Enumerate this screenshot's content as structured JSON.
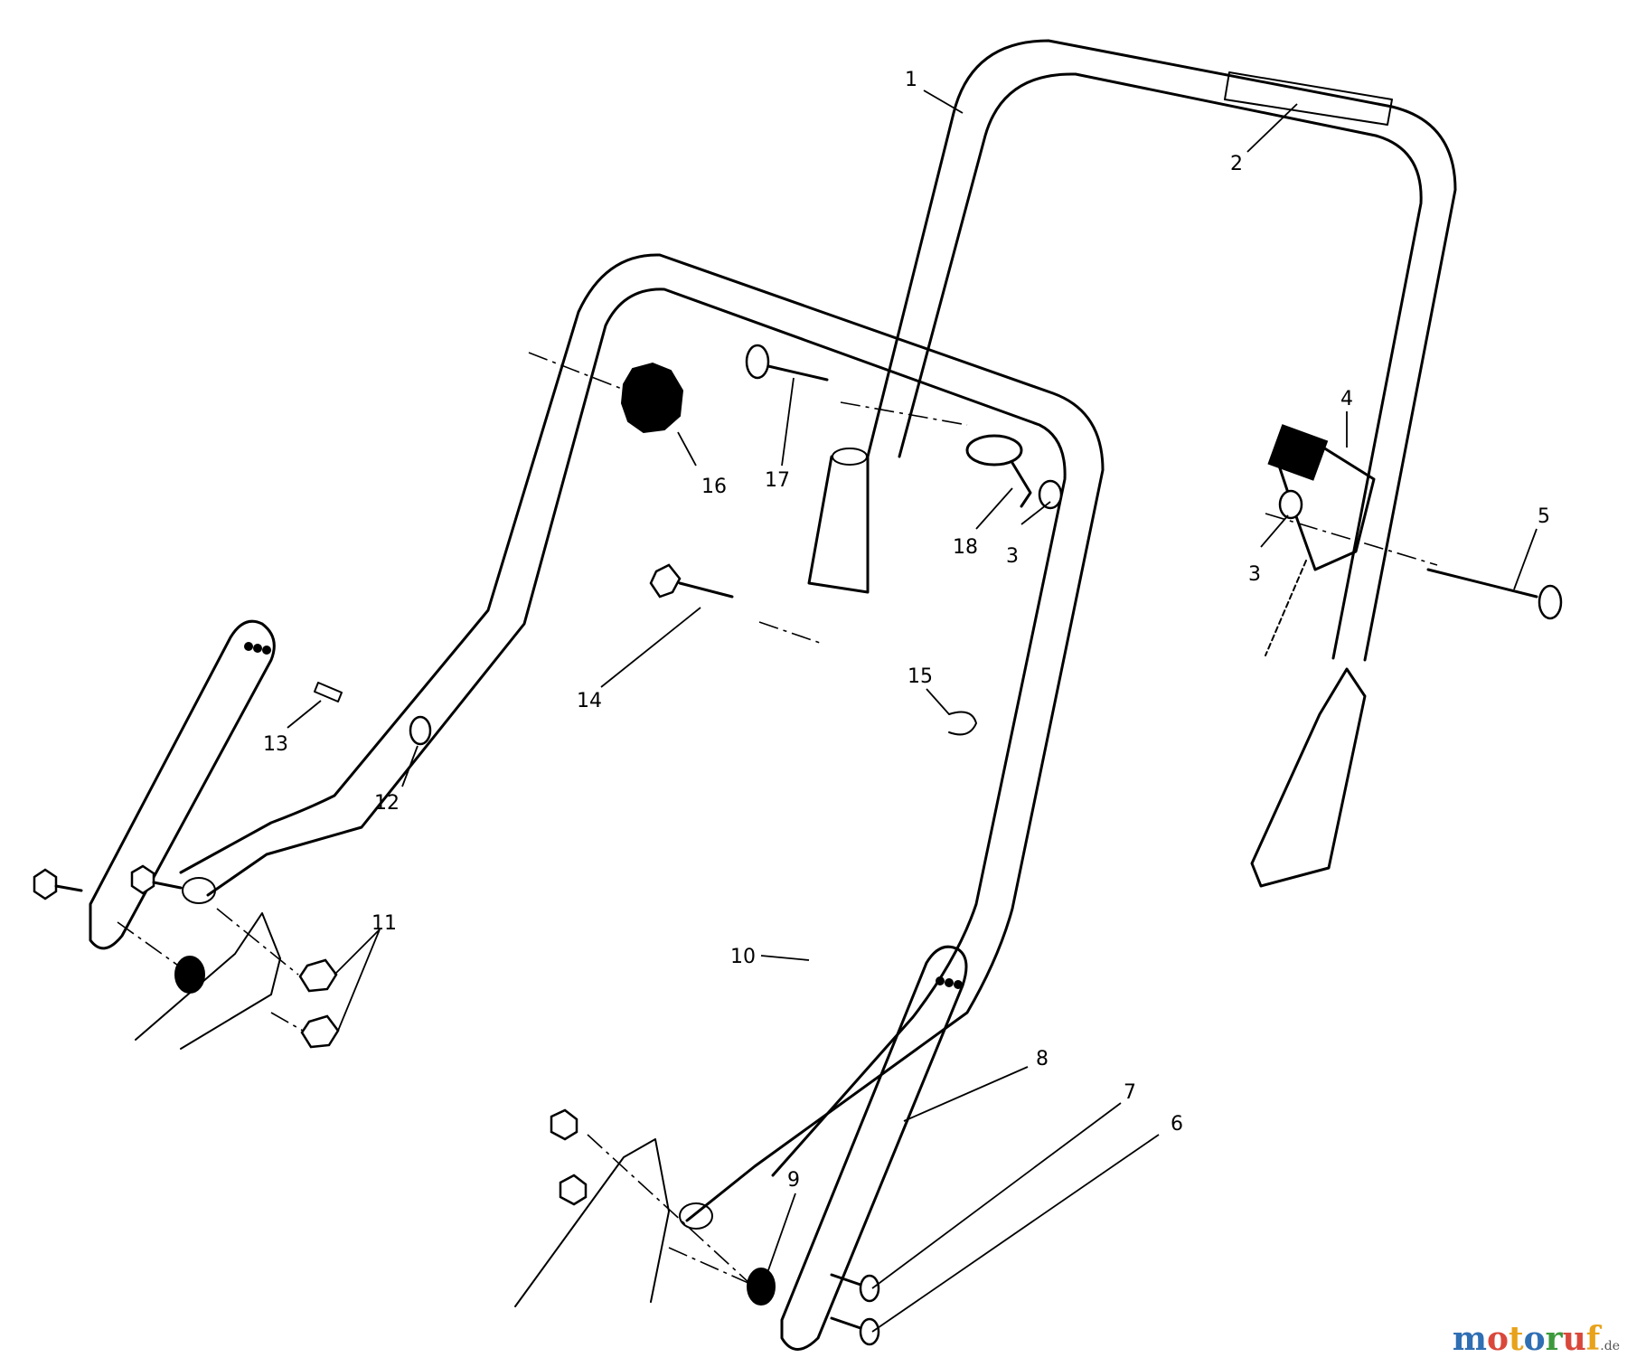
{
  "diagram": {
    "callouts": [
      {
        "id": "c1",
        "label": "1"
      },
      {
        "id": "c2",
        "label": "2"
      },
      {
        "id": "c3a",
        "label": "3"
      },
      {
        "id": "c3b",
        "label": "3"
      },
      {
        "id": "c4",
        "label": "4"
      },
      {
        "id": "c5",
        "label": "5"
      },
      {
        "id": "c6",
        "label": "6"
      },
      {
        "id": "c7",
        "label": "7"
      },
      {
        "id": "c8",
        "label": "8"
      },
      {
        "id": "c9",
        "label": "9"
      },
      {
        "id": "c10",
        "label": "10"
      },
      {
        "id": "c11",
        "label": "11"
      },
      {
        "id": "c12",
        "label": "12"
      },
      {
        "id": "c13",
        "label": "13"
      },
      {
        "id": "c14",
        "label": "14"
      },
      {
        "id": "c15",
        "label": "15"
      },
      {
        "id": "c16",
        "label": "16"
      },
      {
        "id": "c17",
        "label": "17"
      },
      {
        "id": "c18",
        "label": "18"
      }
    ]
  },
  "watermark": {
    "parts": [
      "m",
      "o",
      "t",
      "o",
      "r",
      "u",
      "f"
    ],
    "colors": [
      "#2f6fb3",
      "#d9483b",
      "#e8a21b",
      "#2f6fb3",
      "#3c9a3c",
      "#d9483b",
      "#e8a21b"
    ],
    "suffix": ".de"
  }
}
